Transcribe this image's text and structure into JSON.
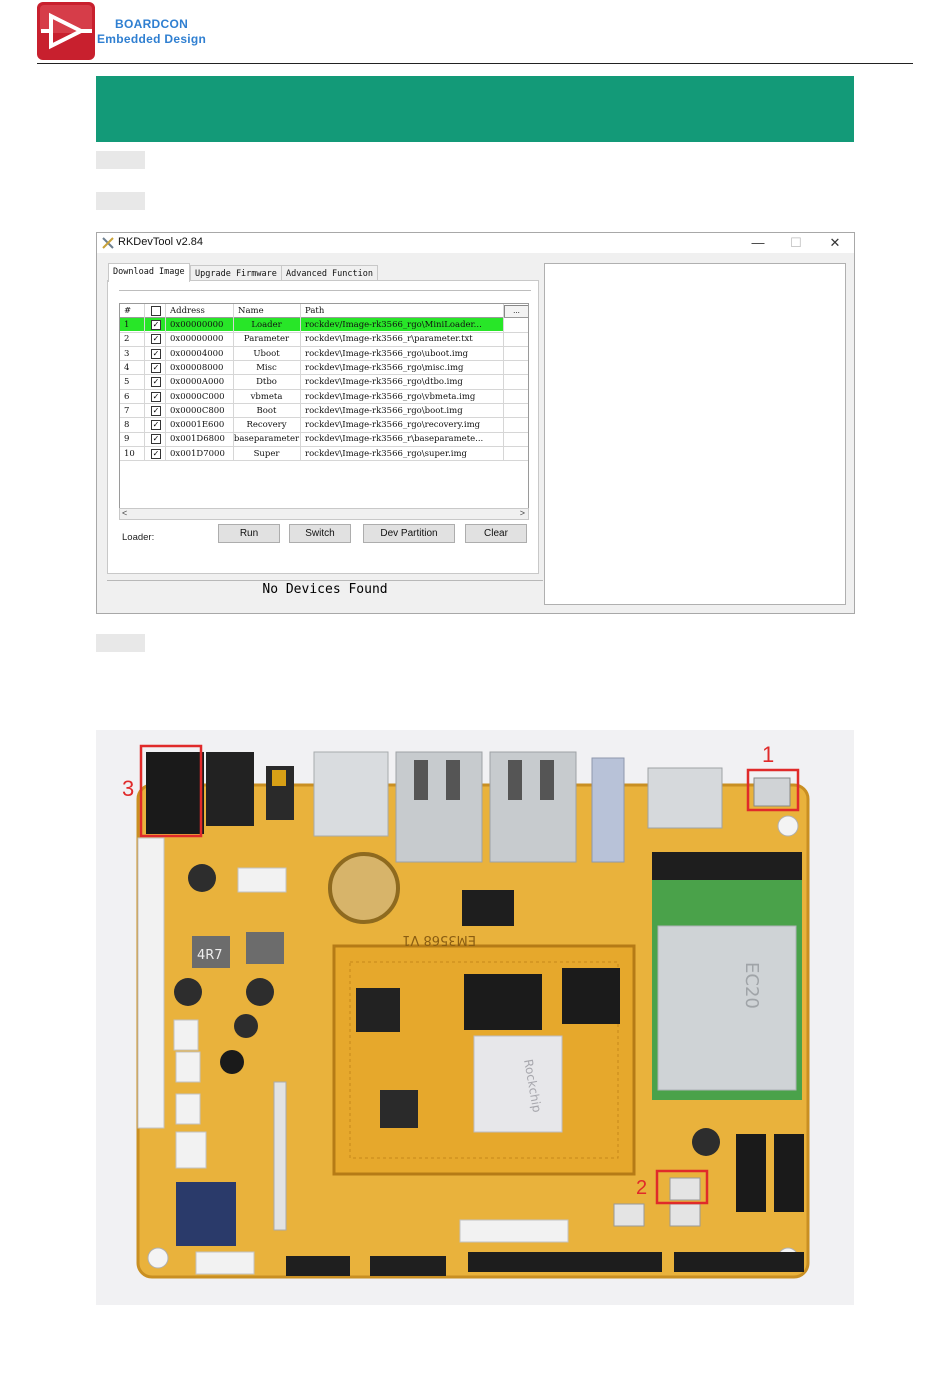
{
  "header": {
    "brand_line1": "BOARDCON",
    "brand_line2": "Embedded Design",
    "colors": {
      "brand_blue": "#2f7fd1",
      "logo_red": "#c8202e",
      "banner_teal": "#139a78"
    }
  },
  "tool": {
    "title": "RKDevTool v2.84",
    "window_controls": {
      "minimize": "—",
      "maximize": "☐",
      "close": "✕"
    },
    "tabs": [
      "Download Image",
      "Upgrade Firmware",
      "Advanced Function"
    ],
    "table": {
      "headers": {
        "index": "#",
        "address": "Address",
        "name": "Name",
        "path": "Path",
        "ellipsis": "..."
      },
      "rows": [
        {
          "index": "1",
          "address": "0x00000000",
          "name": "Loader",
          "path": "rockdev/Image-rk3566_rgo\\MiniLoader...",
          "checked": true,
          "highlight": true
        },
        {
          "index": "2",
          "address": "0x00000000",
          "name": "Parameter",
          "path": "rockdev\\Image-rk3566_r\\parameter.txt",
          "checked": true,
          "highlight": false
        },
        {
          "index": "3",
          "address": "0x00004000",
          "name": "Uboot",
          "path": "rockdev\\Image-rk3566_rgo\\uboot.img",
          "checked": true,
          "highlight": false
        },
        {
          "index": "4",
          "address": "0x00008000",
          "name": "Misc",
          "path": "rockdev\\Image-rk3566_rgo\\misc.img",
          "checked": true,
          "highlight": false
        },
        {
          "index": "5",
          "address": "0x0000A000",
          "name": "Dtbo",
          "path": "rockdev\\Image-rk3566_rgo\\dtbo.img",
          "checked": true,
          "highlight": false
        },
        {
          "index": "6",
          "address": "0x0000C000",
          "name": "vbmeta",
          "path": "rockdev\\Image-rk3566_rgo\\vbmeta.img",
          "checked": true,
          "highlight": false
        },
        {
          "index": "7",
          "address": "0x0000C800",
          "name": "Boot",
          "path": "rockdev\\Image-rk3566_rgo\\boot.img",
          "checked": true,
          "highlight": false
        },
        {
          "index": "8",
          "address": "0x0001E600",
          "name": "Recovery",
          "path": "rockdev\\Image-rk3566_rgo\\recovery.img",
          "checked": true,
          "highlight": false
        },
        {
          "index": "9",
          "address": "0x001D6800",
          "name": "baseparameter",
          "path": "rockdev\\Image-rk3566_r\\baseparamete...",
          "checked": true,
          "highlight": false
        },
        {
          "index": "10",
          "address": "0x001D7000",
          "name": "Super",
          "path": "rockdev\\Image-rk3566_rgo\\super.img",
          "checked": true,
          "highlight": false
        }
      ]
    },
    "loader_label": "Loader:",
    "buttons": {
      "run": "Run",
      "switch": "Switch",
      "dev_partition": "Dev Partition",
      "clear": "Clear"
    },
    "status": "No Devices Found"
  },
  "board": {
    "labels": {
      "one": "1",
      "two": "2",
      "three": "3"
    },
    "chip_text": {
      "cpu": "Rockchip",
      "module": "EC20",
      "board": "EM3568 V1",
      "inductor": "4R7"
    },
    "colors": {
      "pcb": "#e9b23c",
      "callout_red": "#e02a2a"
    }
  }
}
